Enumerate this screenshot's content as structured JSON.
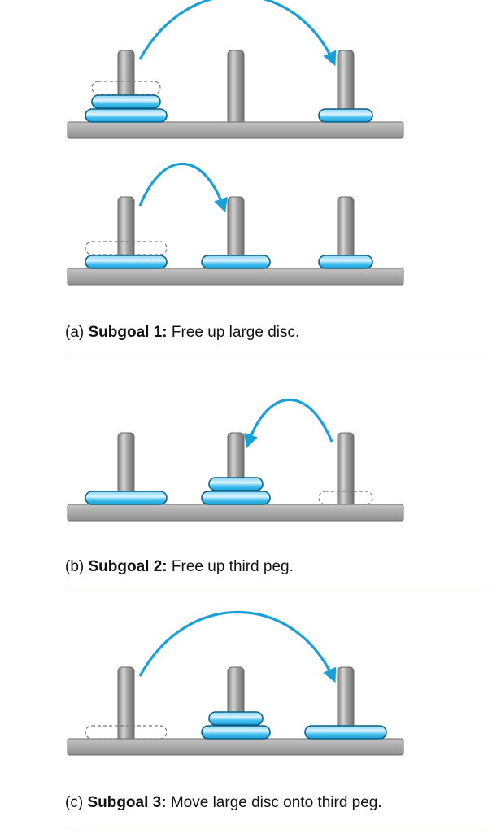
{
  "panels": [
    {
      "id": "a",
      "steps": [
        {
          "discs": [
            {
              "peg": 1,
              "size": "medium",
              "level": 2,
              "ghost": true
            },
            {
              "peg": 1,
              "size": "medium",
              "level": 1,
              "ghost": false
            },
            {
              "peg": 1,
              "size": "large",
              "level": 0,
              "ghost": false
            },
            {
              "peg": 3,
              "size": "small",
              "level": 0,
              "ghost": false
            }
          ],
          "arrow": {
            "from": 1,
            "to": 3
          }
        },
        {
          "discs": [
            {
              "peg": 1,
              "size": "large",
              "level": 1,
              "ghost": true
            },
            {
              "peg": 1,
              "size": "large",
              "level": 0,
              "ghost": false
            },
            {
              "peg": 2,
              "size": "medium",
              "level": 0,
              "ghost": false
            },
            {
              "peg": 3,
              "size": "small",
              "level": 0,
              "ghost": false
            }
          ],
          "arrow": {
            "from": 1,
            "to": 2
          }
        }
      ],
      "caption": {
        "prefix": "(a) ",
        "bold": "Subgoal 1:",
        "rest": " Free up large disc."
      }
    },
    {
      "id": "b",
      "steps": [
        {
          "discs": [
            {
              "peg": 1,
              "size": "large",
              "level": 0,
              "ghost": false
            },
            {
              "peg": 2,
              "size": "small",
              "level": 1,
              "ghost": false
            },
            {
              "peg": 2,
              "size": "medium",
              "level": 0,
              "ghost": false
            },
            {
              "peg": 3,
              "size": "small",
              "level": 0,
              "ghost": true
            }
          ],
          "arrow": {
            "from": 3,
            "to": 2
          }
        }
      ],
      "caption": {
        "prefix": "(b) ",
        "bold": "Subgoal 2:",
        "rest": " Free up third peg."
      }
    },
    {
      "id": "c",
      "steps": [
        {
          "discs": [
            {
              "peg": 1,
              "size": "large",
              "level": 0,
              "ghost": true
            },
            {
              "peg": 2,
              "size": "small",
              "level": 1,
              "ghost": false
            },
            {
              "peg": 2,
              "size": "medium",
              "level": 0,
              "ghost": false
            },
            {
              "peg": 3,
              "size": "large",
              "level": 0,
              "ghost": false
            }
          ],
          "arrow": {
            "from": 1,
            "to": 3
          }
        }
      ],
      "caption": {
        "prefix": "(c) ",
        "bold": "Subgoal 3:",
        "rest": " Move large disc onto third peg."
      }
    }
  ],
  "colors": {
    "disc_fill": "#29b2ea",
    "disc_highlight": "#e6f7ff",
    "arrow": "#1aa0d8",
    "peg": "#9a9a9a",
    "base": "#a8a8a8",
    "ghost_stroke": "#777777",
    "rule": "#1aa0d8"
  }
}
